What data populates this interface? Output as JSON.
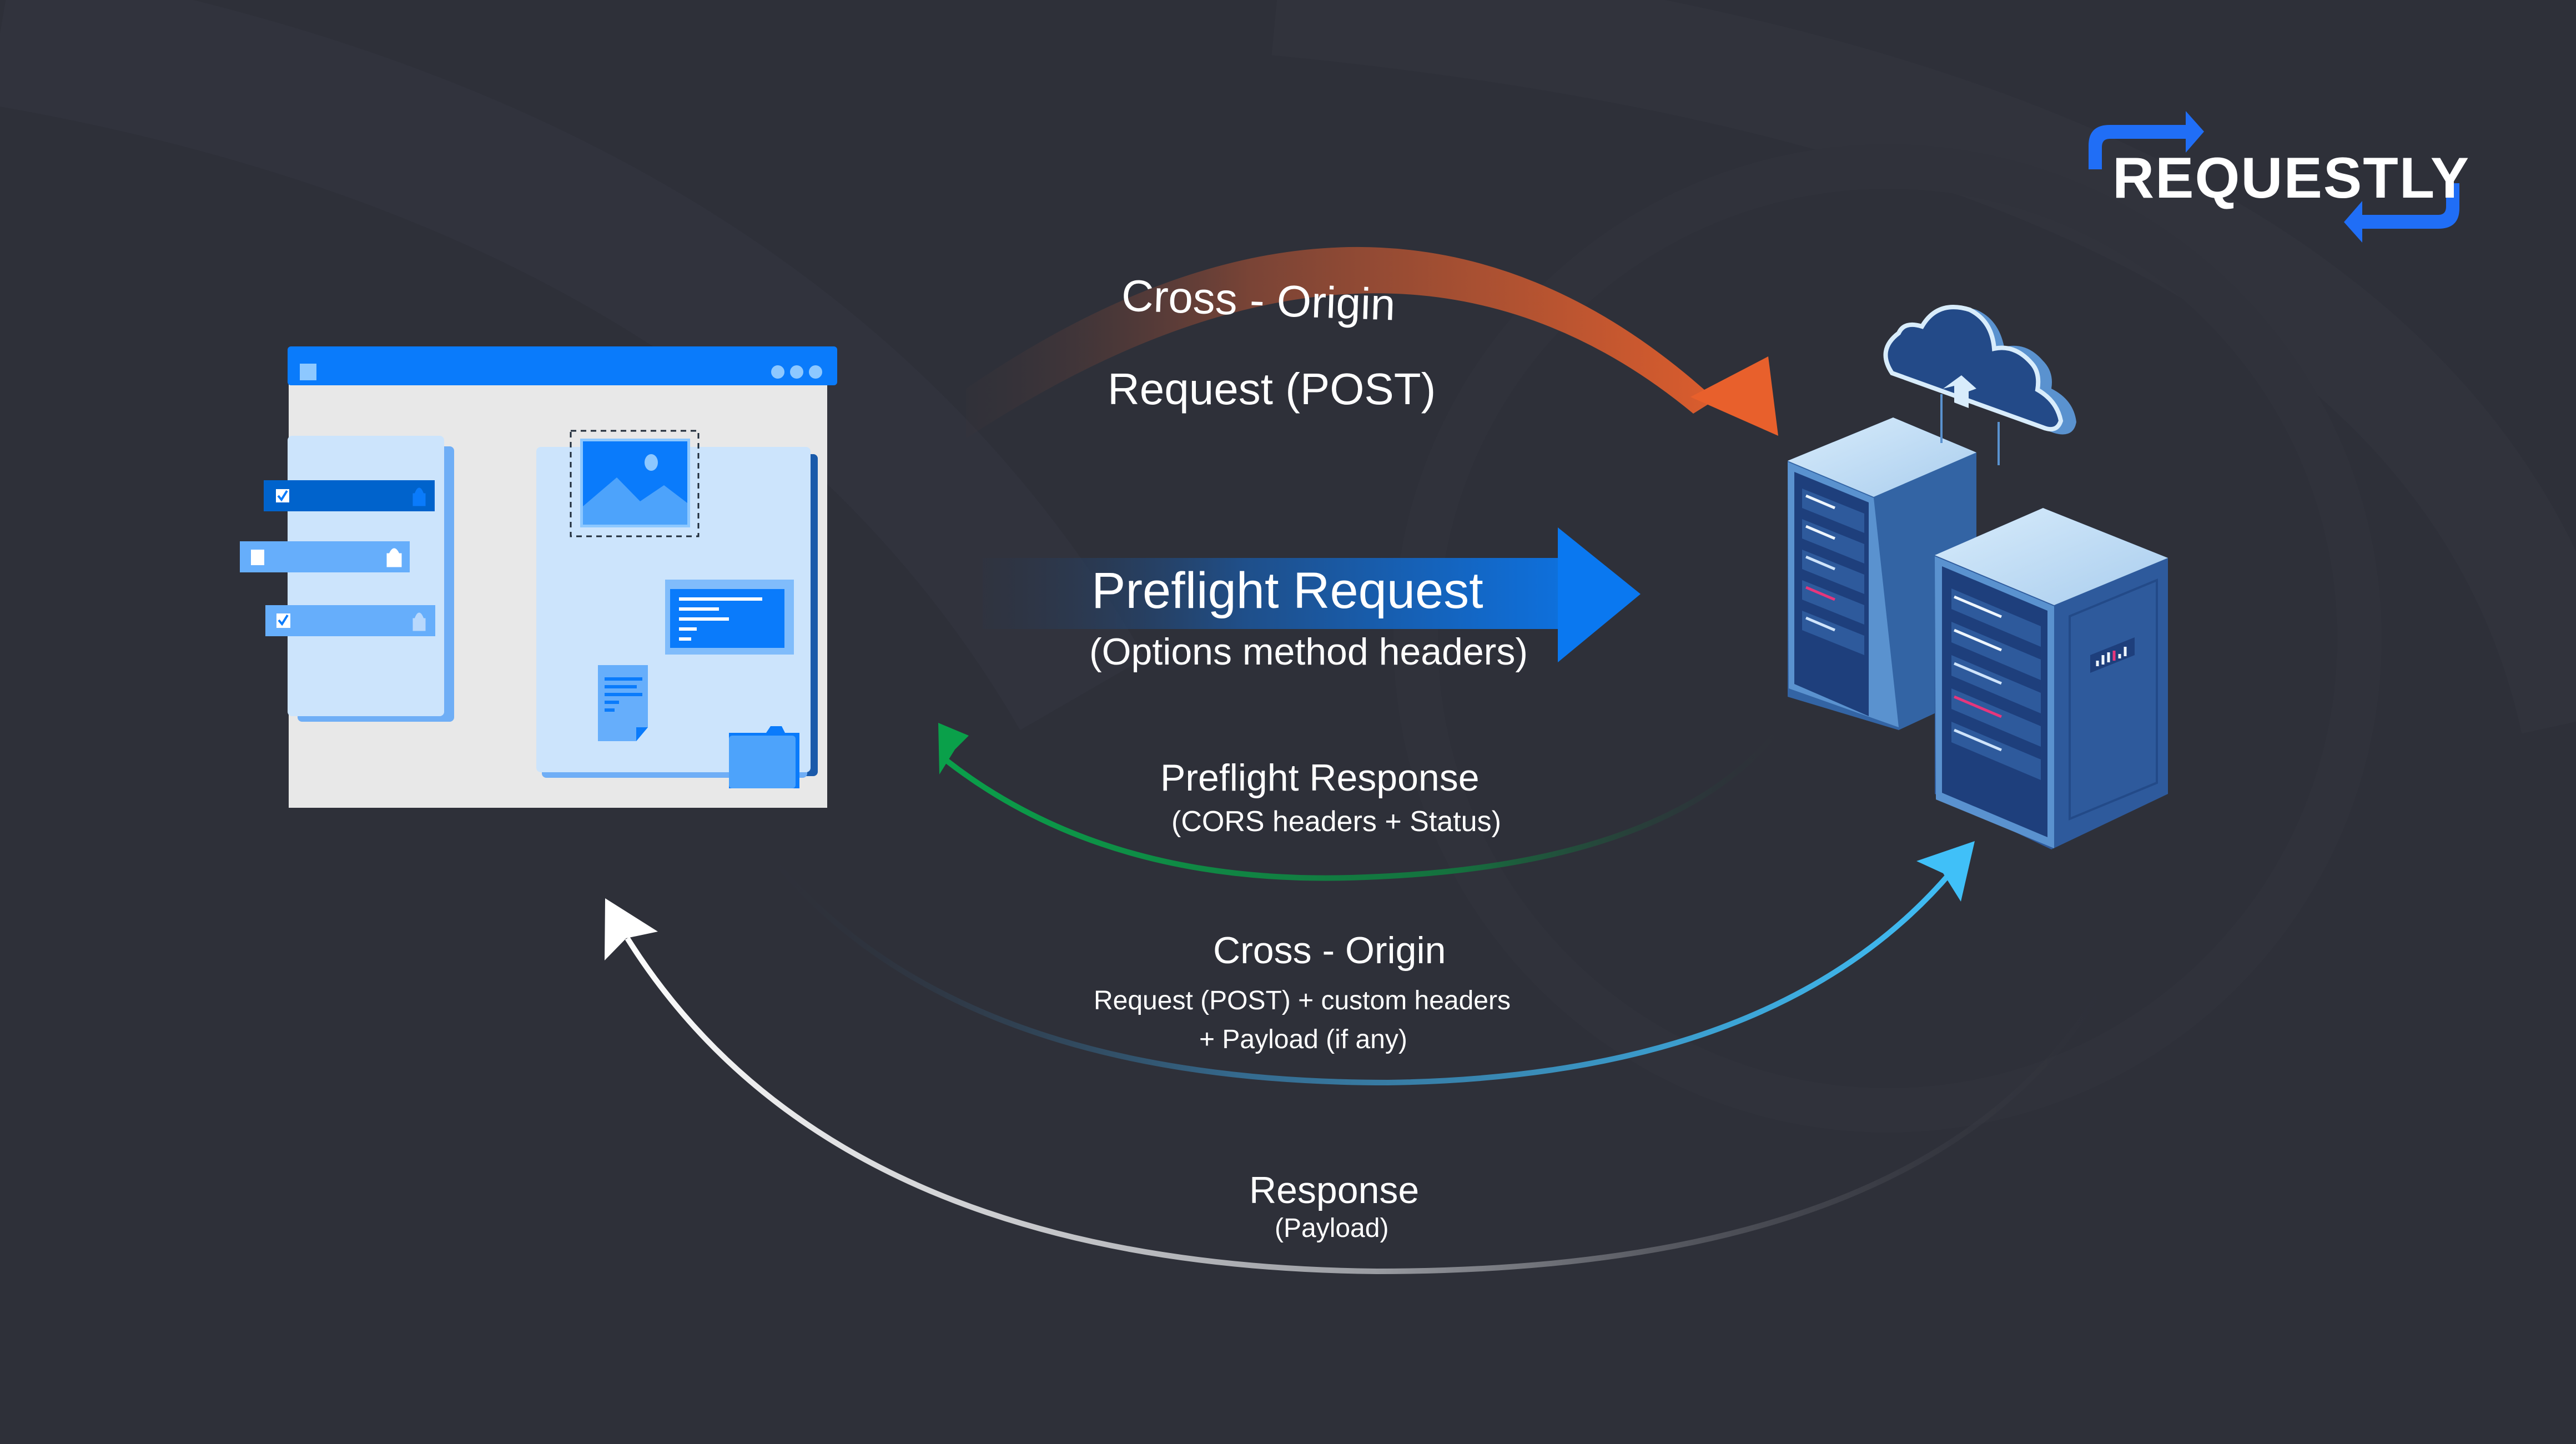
{
  "brand": {
    "name": "REQUESTLY",
    "accent_color": "#206ef6"
  },
  "colors": {
    "background": "#2e3039",
    "cross_origin_arrow_start": "#3a343a",
    "cross_origin_arrow_end": "#e8602c",
    "preflight_request_arrow_start": "#2c3445",
    "preflight_request_arrow_end": "#0a78f0",
    "preflight_response_arrow": "#0aa04a",
    "actual_request_arrow": "#40c0f8",
    "response_arrow": "#f4f4f4"
  },
  "nodes": {
    "client": {
      "name": "browser-client"
    },
    "server": {
      "name": "cloud-server"
    }
  },
  "flows": {
    "cross_origin_initial": {
      "title": "Cross - Origin",
      "subtitle": "Request (POST)"
    },
    "preflight_request": {
      "title": "Preflight Request",
      "subtitle": "(Options method headers)"
    },
    "preflight_response": {
      "title": "Preflight Response",
      "subtitle": "(CORS headers + Status)"
    },
    "actual_request": {
      "title": "Cross - Origin",
      "line1": "Request (POST) + custom headers",
      "line2": "+ Payload (if any)"
    },
    "response": {
      "title": "Response",
      "subtitle": "(Payload)"
    }
  }
}
